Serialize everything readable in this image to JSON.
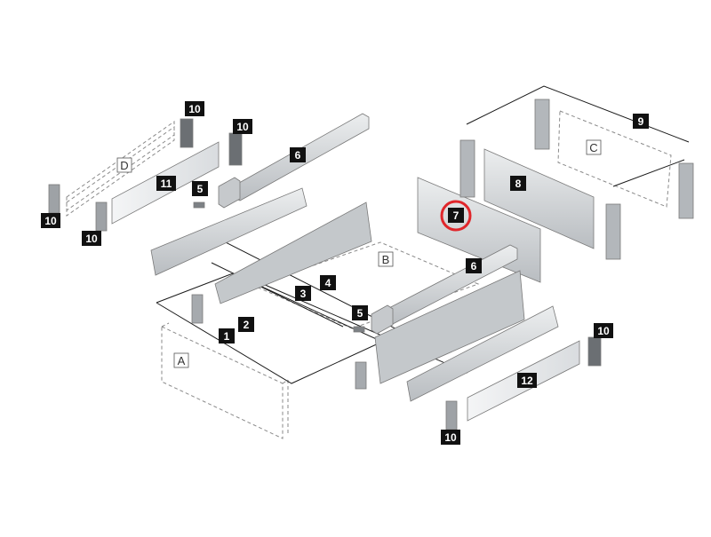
{
  "callouts": {
    "c1": "1",
    "c2": "2",
    "c3": "3",
    "c4": "4",
    "c5a": "5",
    "c5b": "5",
    "c6a": "6",
    "c6b": "6",
    "c7": "7",
    "c8": "8",
    "c9": "9",
    "c10a": "10",
    "c10b": "10",
    "c10c": "10",
    "c10d": "10",
    "c10e": "10",
    "c10f": "10",
    "c11": "11",
    "c12": "12"
  },
  "panels": {
    "a": "A",
    "b": "B",
    "c": "C",
    "d": "D"
  },
  "colors": {
    "callout_bg": "#111111",
    "callout_text": "#ffffff",
    "highlight_ring": "#e0262b",
    "metal": "#d6d8da",
    "metal_dark": "#a9adb1",
    "glass": "#eef0f1"
  }
}
